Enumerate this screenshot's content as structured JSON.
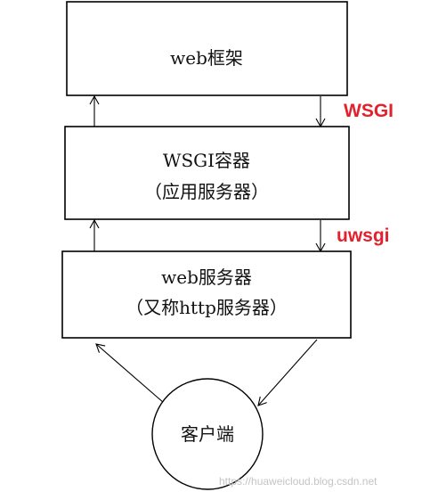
{
  "boxes": {
    "web_framework": {
      "label": "web框架"
    },
    "wsgi_container": {
      "line1": "WSGI容器",
      "line2": "（应用服务器）"
    },
    "web_server": {
      "line1": "web服务器",
      "line2": "（又称http服务器）"
    }
  },
  "protocols": {
    "wsgi": "WSGI",
    "uwsgi": "uwsgi"
  },
  "client": {
    "label": "客户端"
  },
  "watermark": "https://huaweicloud.blog.csdn.net",
  "colors": {
    "protocol_label": "#e3202c",
    "watermark": "#c4c4c4",
    "line": "#000000",
    "background": "#ffffff"
  }
}
